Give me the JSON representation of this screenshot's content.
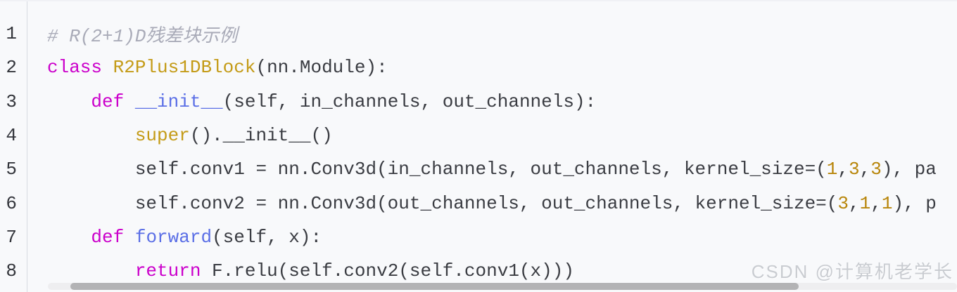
{
  "colors": {
    "background": "#f8f9fb",
    "gutter_border": "#d8dbe1",
    "line_number": "#34363c",
    "plain": "#3a3c42",
    "comment": "#a9abb8",
    "keyword": "#cb00cb",
    "function": "#5b6fe6",
    "classname": "#c49b17",
    "builtin": "#c49b17",
    "number": "#b8860b",
    "scrollbar_track": "#eeeef0",
    "scrollbar_thumb": "#b3b3b5",
    "watermark": "#c9ccd1"
  },
  "code": {
    "lines": [
      {
        "num": "1",
        "tokens": [
          {
            "text": "# R(2+1)D残差块示例",
            "type": "comment"
          }
        ]
      },
      {
        "num": "2",
        "tokens": [
          {
            "text": "class",
            "type": "keyword"
          },
          {
            "text": " ",
            "type": "plain"
          },
          {
            "text": "R2Plus1DBlock",
            "type": "classname"
          },
          {
            "text": "(nn.Module):",
            "type": "plain"
          }
        ]
      },
      {
        "num": "3",
        "tokens": [
          {
            "text": "    ",
            "type": "plain"
          },
          {
            "text": "def",
            "type": "keyword"
          },
          {
            "text": " ",
            "type": "plain"
          },
          {
            "text": "__init__",
            "type": "function"
          },
          {
            "text": "(self, in_channels, out_channels):",
            "type": "plain"
          }
        ]
      },
      {
        "num": "4",
        "tokens": [
          {
            "text": "        ",
            "type": "plain"
          },
          {
            "text": "super",
            "type": "builtin"
          },
          {
            "text": "().__init__()",
            "type": "plain"
          }
        ]
      },
      {
        "num": "5",
        "tokens": [
          {
            "text": "        self.conv1 = nn.Conv3d(in_channels, out_channels, kernel_size=(",
            "type": "plain"
          },
          {
            "text": "1",
            "type": "number"
          },
          {
            "text": ",",
            "type": "plain"
          },
          {
            "text": "3",
            "type": "number"
          },
          {
            "text": ",",
            "type": "plain"
          },
          {
            "text": "3",
            "type": "number"
          },
          {
            "text": "), pa",
            "type": "plain"
          }
        ]
      },
      {
        "num": "6",
        "tokens": [
          {
            "text": "        self.conv2 = nn.Conv3d(out_channels, out_channels, kernel_size=(",
            "type": "plain"
          },
          {
            "text": "3",
            "type": "number"
          },
          {
            "text": ",",
            "type": "plain"
          },
          {
            "text": "1",
            "type": "number"
          },
          {
            "text": ",",
            "type": "plain"
          },
          {
            "text": "1",
            "type": "number"
          },
          {
            "text": "), p",
            "type": "plain"
          }
        ]
      },
      {
        "num": "7",
        "tokens": [
          {
            "text": "    ",
            "type": "plain"
          },
          {
            "text": "def",
            "type": "keyword"
          },
          {
            "text": " ",
            "type": "plain"
          },
          {
            "text": "forward",
            "type": "function"
          },
          {
            "text": "(self, x):",
            "type": "plain"
          }
        ]
      },
      {
        "num": "8",
        "tokens": [
          {
            "text": "        ",
            "type": "plain"
          },
          {
            "text": "return",
            "type": "keyword"
          },
          {
            "text": " F.relu(self.conv2(self.conv1(x)))",
            "type": "plain"
          }
        ]
      }
    ]
  },
  "watermark": {
    "text": "CSDN @计算机老学长"
  }
}
